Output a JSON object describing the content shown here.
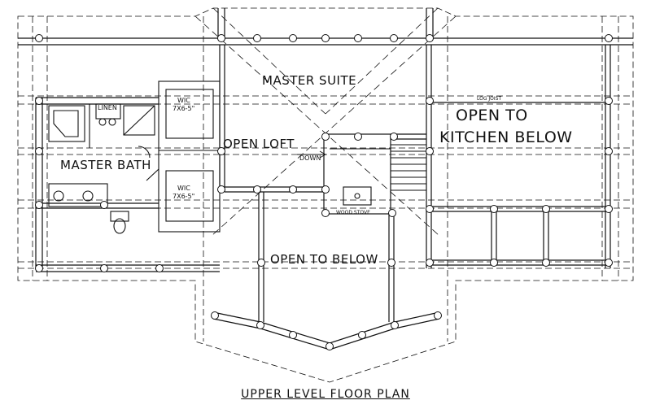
{
  "rooms": {
    "master_suite": "MASTER SUITE",
    "open_to_kitchen_line1": "OPEN TO",
    "open_to_kitchen_line2": "KITCHEN BELOW",
    "log_joist": "LOG JOIST",
    "linen": "LINEN",
    "wic_top_line1": "WIC",
    "wic_top_line2": "7X6-5\"",
    "wic_bottom_line1": "WIC",
    "wic_bottom_line2": "7X6-5\"",
    "open_loft": "OPEN LOFT",
    "down": "DOWN",
    "master_bath": "MASTER BATH",
    "wood_stove": "WOOD STOVE",
    "open_to_below": "OPEN TO BELOW"
  },
  "caption": "UPPER LEVEL FLOOR PLAN"
}
